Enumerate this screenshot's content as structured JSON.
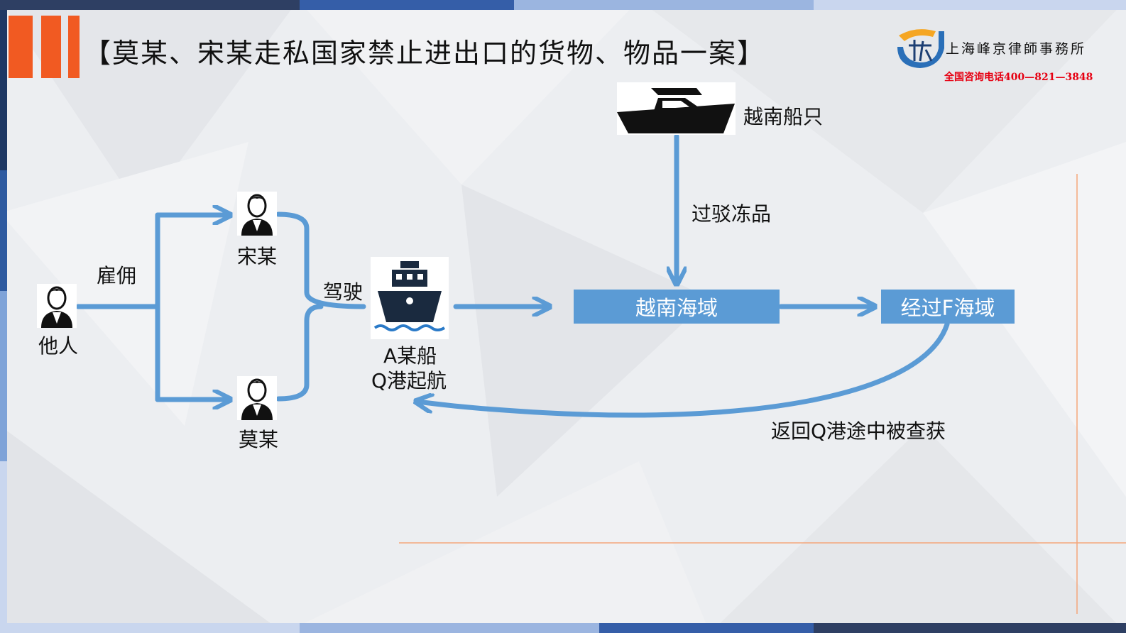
{
  "slide": {
    "title": "【莫某、宋某走私国家禁止进出口的货物、物品一案】"
  },
  "logo": {
    "name": "上海峰京律師事務所",
    "hotline": "全国咨询电话400—821—3848"
  },
  "diagram": {
    "nodes": {
      "others": "他人",
      "song": "宋某",
      "mo": "莫某",
      "ship": "A某船",
      "ship_depart": "Q港起航",
      "vietnam_boat": "越南船只",
      "vietnam_waters": "越南海域",
      "f_waters": "经过F海域"
    },
    "edges": {
      "hire": "雇佣",
      "drive": "驾驶",
      "transship": "过驳冻品",
      "return_caught": "返回Q港途中被查获"
    }
  },
  "colors": {
    "accent": "#5b9bd5",
    "orange": "#f15a22",
    "dark_blue": "#1f3864"
  }
}
